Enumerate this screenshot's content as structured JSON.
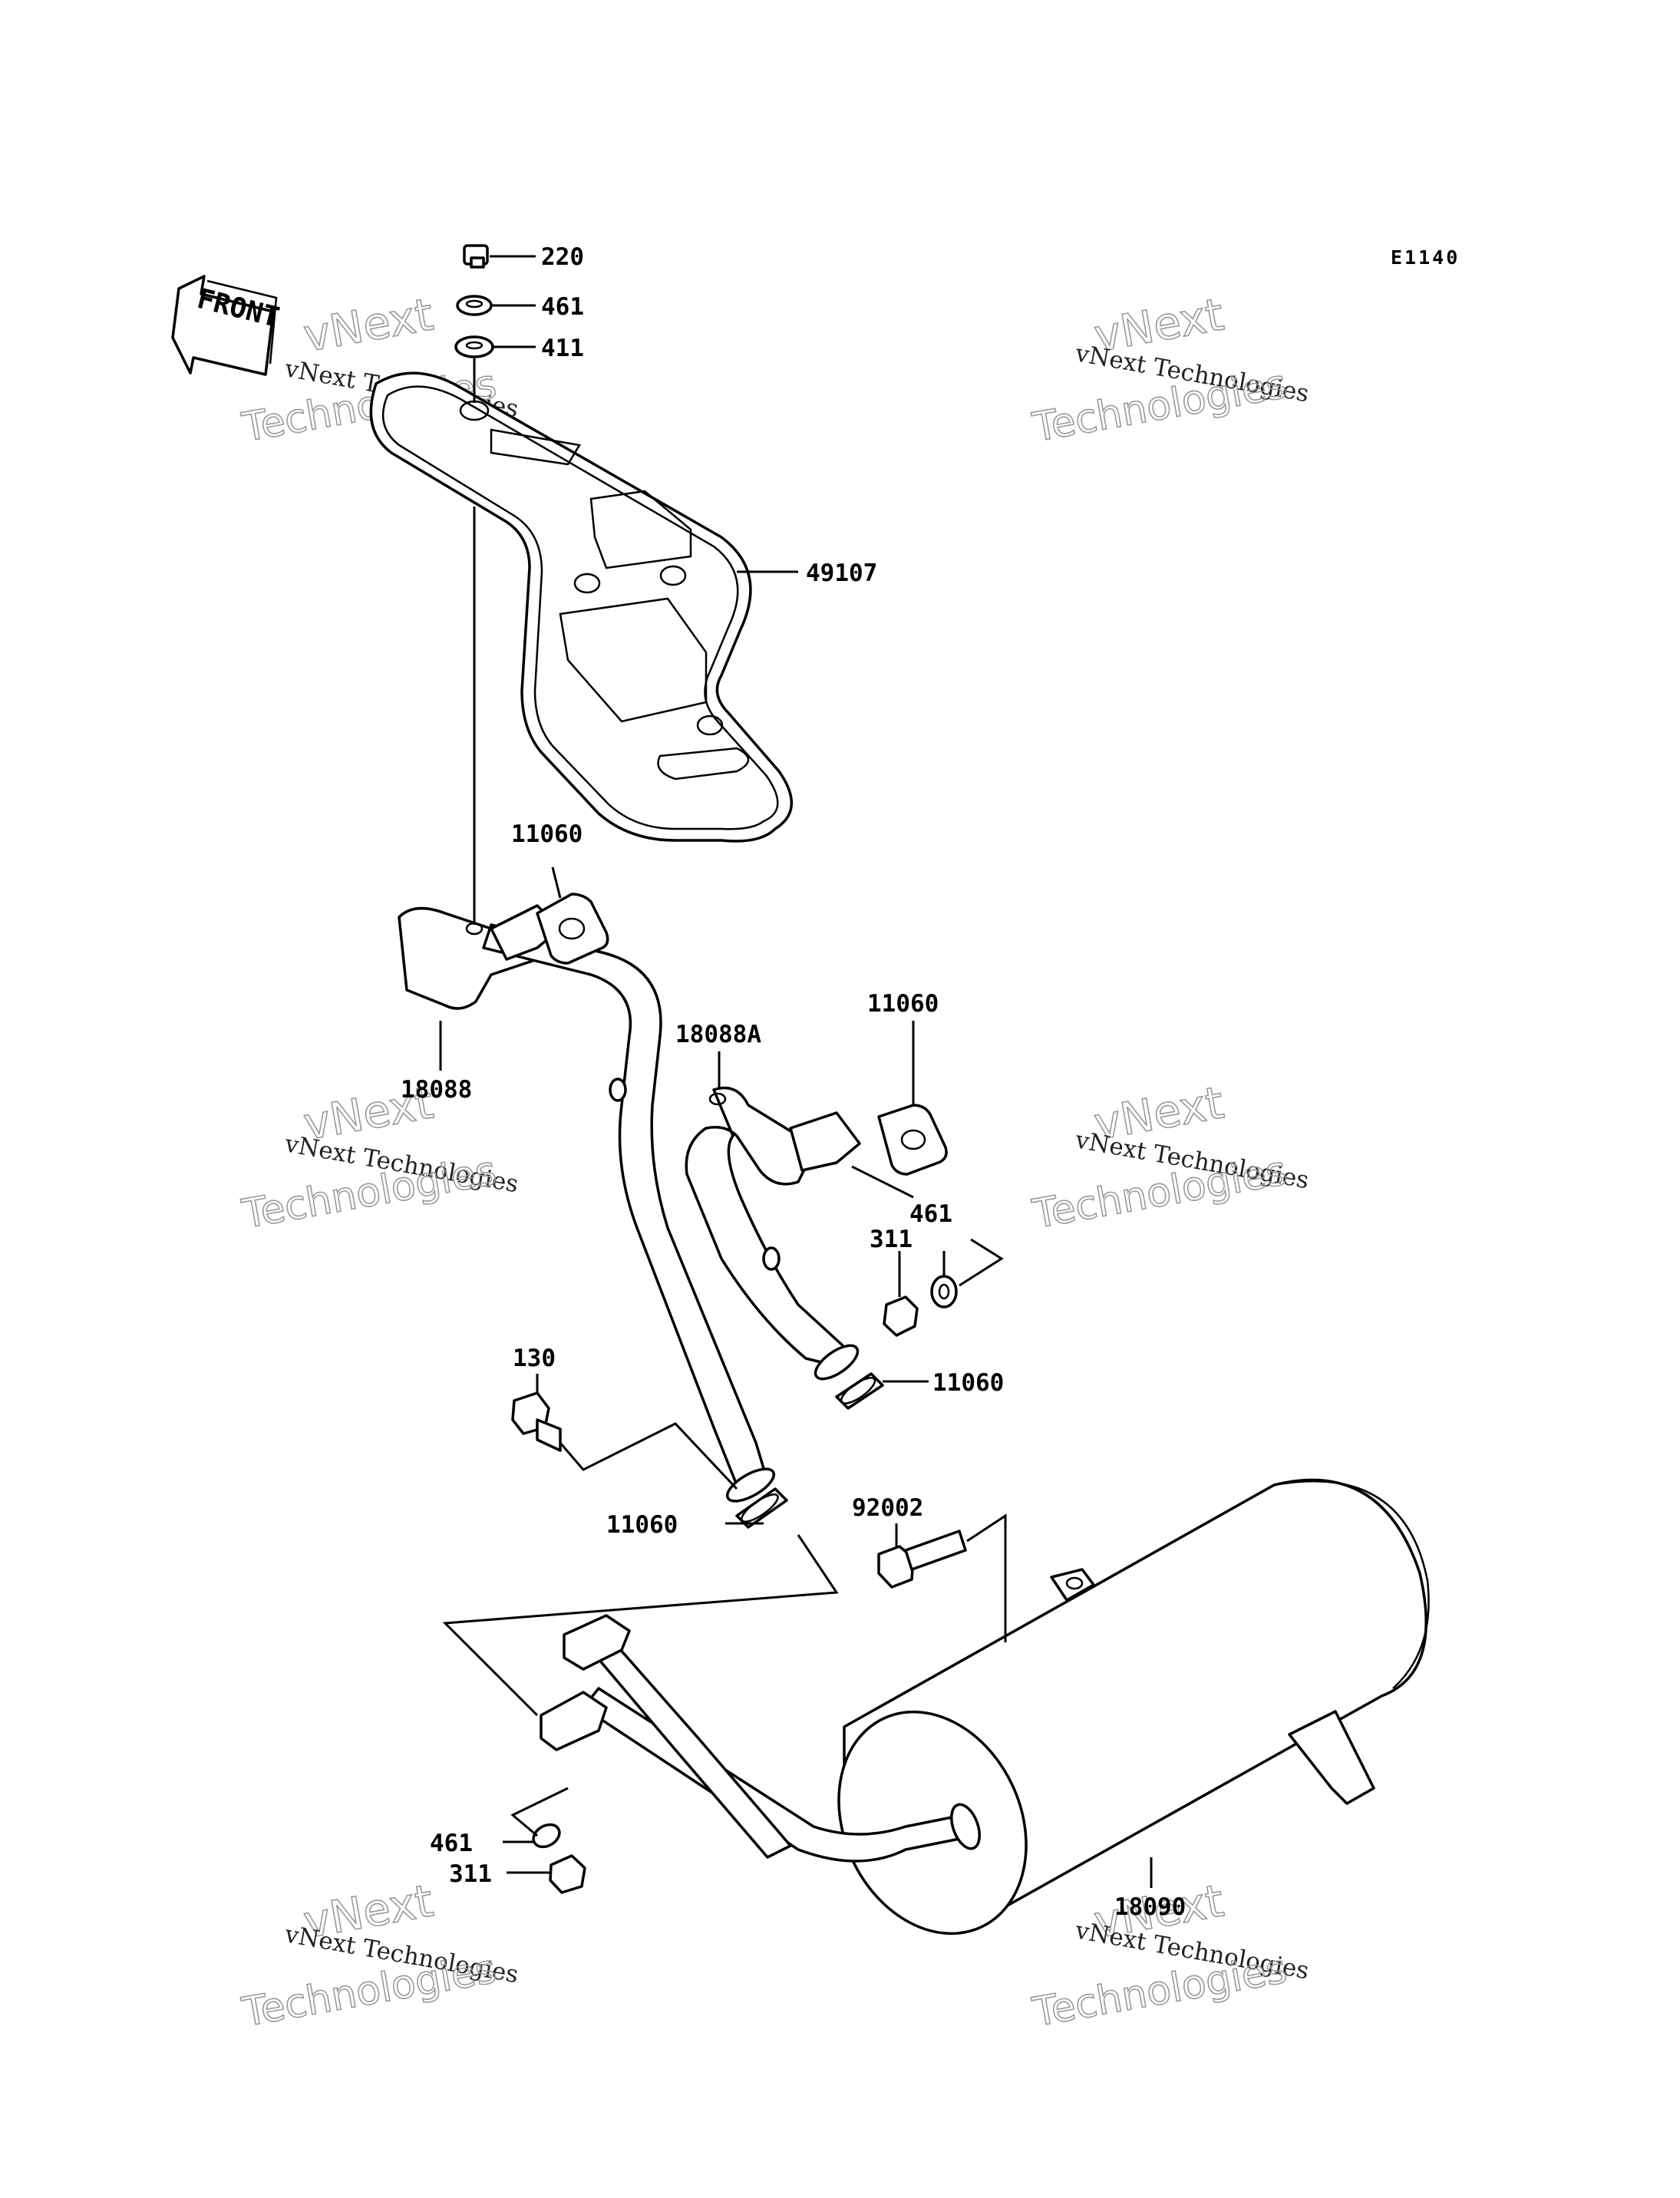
{
  "diagram_code": "E1140",
  "front_label": "FRONT",
  "watermark": {
    "line1": "vNext Technologies",
    "line2": "vNext",
    "line3": "Technologies"
  },
  "callouts": [
    {
      "id": "bolt-220",
      "label": "220"
    },
    {
      "id": "lock-washer-461-top",
      "label": "461"
    },
    {
      "id": "washer-411",
      "label": "411"
    },
    {
      "id": "heat-guard-49107",
      "label": "49107"
    },
    {
      "id": "gasket-11060-a",
      "label": "11060"
    },
    {
      "id": "exhaust-pipe-18088",
      "label": "18088"
    },
    {
      "id": "gasket-11060-b",
      "label": "11060"
    },
    {
      "id": "exhaust-pipe-18088a",
      "label": "18088A"
    },
    {
      "id": "lock-washer-461-mid",
      "label": "461"
    },
    {
      "id": "nut-311-mid",
      "label": "311"
    },
    {
      "id": "bolt-130",
      "label": "130"
    },
    {
      "id": "gasket-11060-c",
      "label": "11060"
    },
    {
      "id": "gasket-11060-d",
      "label": "11060"
    },
    {
      "id": "bolt-92002",
      "label": "92002"
    },
    {
      "id": "muffler-18090",
      "label": "18090"
    },
    {
      "id": "lock-washer-461-bottom",
      "label": "461"
    },
    {
      "id": "nut-311-bottom",
      "label": "311"
    }
  ]
}
